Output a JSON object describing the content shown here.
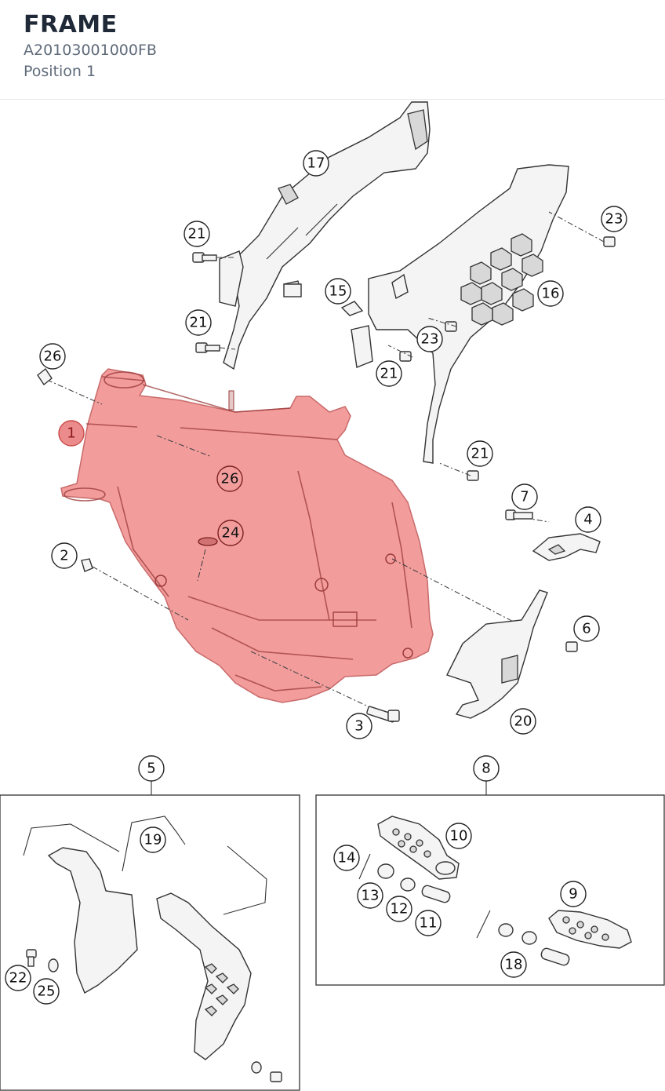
{
  "header": {
    "title": "FRAME",
    "part_number": "A20103001000FB",
    "position": "Position 1"
  },
  "colors": {
    "highlight": "#ec6060",
    "title": "#1f2937",
    "subtitle": "#5f6b7a"
  },
  "callouts": {
    "c1": "1",
    "c2": "2",
    "c3": "3",
    "c4": "4",
    "c5": "5",
    "c6": "6",
    "c7": "7",
    "c8": "8",
    "c9": "9",
    "c10": "10",
    "c11": "11",
    "c12": "12",
    "c13": "13",
    "c14": "14",
    "c15": "15",
    "c16": "16",
    "c17": "17",
    "c18": "18",
    "c19": "19",
    "c20": "20",
    "c21a": "21",
    "c21b": "21",
    "c21c": "21",
    "c21d": "21",
    "c22": "22",
    "c23a": "23",
    "c23b": "23",
    "c24": "24",
    "c25": "25",
    "c26a": "26",
    "c26b": "26"
  },
  "selected_part": "1"
}
